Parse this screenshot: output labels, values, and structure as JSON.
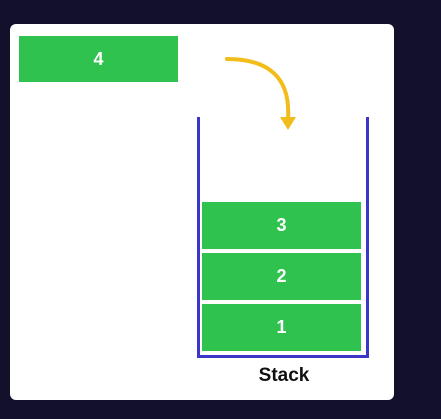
{
  "incoming": {
    "label": "4"
  },
  "stack": {
    "items": [
      "3",
      "2",
      "1"
    ],
    "caption": "Stack"
  },
  "colors": {
    "block": "#2fc24f",
    "wall": "#3b35c9",
    "arrow": "#f2bc1a",
    "background": "#12102a",
    "card": "#ffffff"
  },
  "icons": {
    "push-arrow": "curved-arrow-down-icon"
  }
}
